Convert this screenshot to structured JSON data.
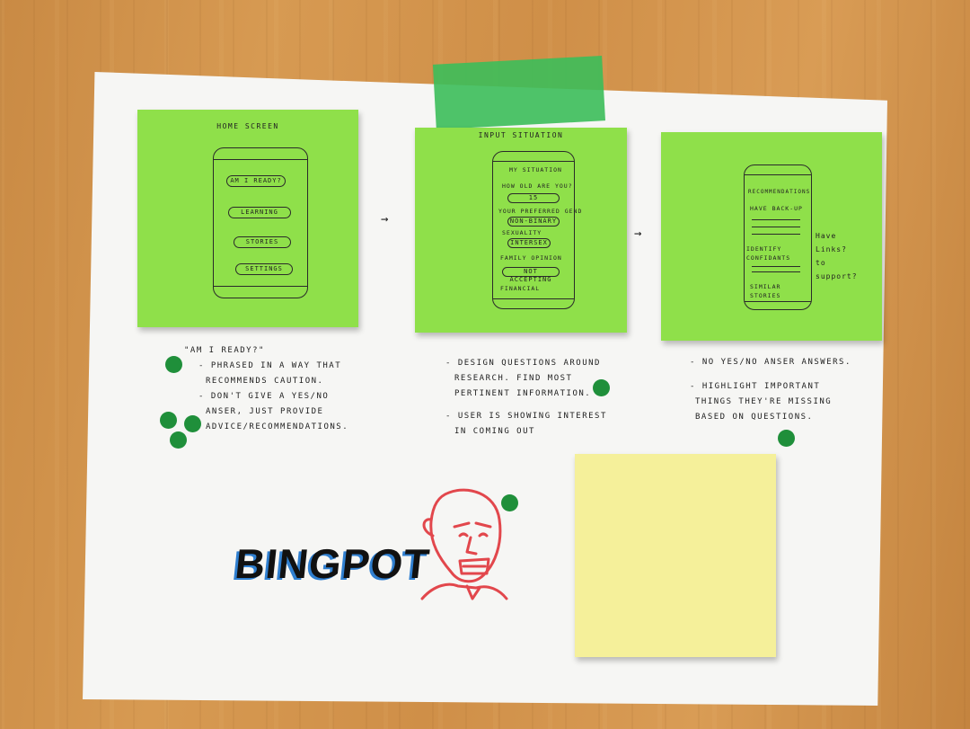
{
  "sticky_home": {
    "title": "HOME SCREEN",
    "buttons": [
      "AM I READY?",
      "LEARNING",
      "STORIES",
      "SETTINGS"
    ]
  },
  "sticky_input": {
    "title": "INPUT SITUATION",
    "header": "MY SITUATION",
    "rows": [
      "HOW OLD ARE YOU?",
      "15",
      "YOUR PREFERRED GEND",
      "NON-BINARY",
      "SEXUALITY",
      "INTERSEX",
      "FAMILY OPINION",
      "NOT ACCEPTING",
      "FINANCIAL"
    ]
  },
  "sticky_recs": {
    "header": "RECOMMENDATIONS",
    "sections": [
      "HAVE BACK-UP",
      "IDENTIFY CONFIDANTS",
      "SIMILAR STORIES"
    ],
    "side_note": [
      "Have",
      "Links?",
      "to",
      "support?"
    ]
  },
  "arrows": [
    "→",
    "→"
  ],
  "notes_left": {
    "heading": "\"AM I READY?\"",
    "lines": [
      "- PHRASED IN A WAY THAT",
      "RECOMMENDS CAUTION.",
      "- DON'T GIVE A YES/NO",
      "ANSER, JUST PROVIDE",
      "ADVICE/RECOMMENDATIONS."
    ]
  },
  "notes_mid": {
    "lines": [
      "- DESIGN QUESTIONS AROUND",
      "RESEARCH. FIND MOST",
      "PERTINENT INFORMATION.",
      "- USER IS SHOWING INTEREST",
      "IN COMING OUT"
    ]
  },
  "notes_right": {
    "lines": [
      "- NO YES/NO ANSER ANSWERS.",
      "- HIGHLIGHT IMPORTANT",
      "THINGS THEY'RE MISSING",
      "BASED ON QUESTIONS."
    ]
  },
  "logo": {
    "text": "BINGPOT"
  },
  "colors": {
    "sticky_green": "#8fe04a",
    "sticky_yellow": "#f5f09a",
    "dot_green": "#1f8f3a",
    "tape_green": "#3cbe5a",
    "face_red": "#e2474c",
    "logo_blue": "#2f7fd0"
  }
}
